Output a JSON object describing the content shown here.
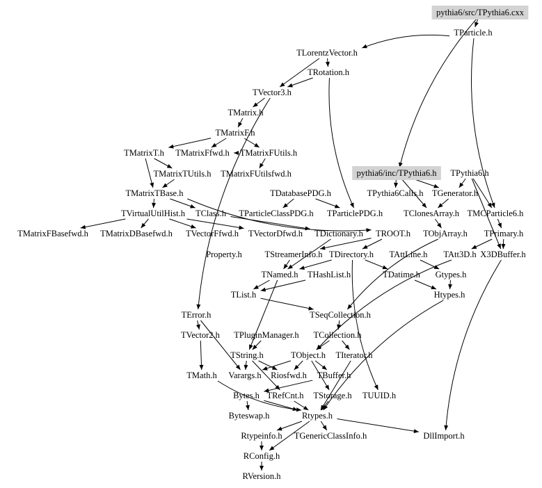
{
  "diagram": {
    "type": "include-dependency-graph",
    "nodes": [
      {
        "id": "TPythia6.cxx",
        "label": "pythia6/src/TPythia6.cxx",
        "highlighted": true
      },
      {
        "id": "TParticle",
        "label": "TParticle.h"
      },
      {
        "id": "TLorentzVector",
        "label": "TLorentzVector.h"
      },
      {
        "id": "TRotation",
        "label": "TRotation.h"
      },
      {
        "id": "TVector3",
        "label": "TVector3.h"
      },
      {
        "id": "TMatrix",
        "label": "TMatrix.h"
      },
      {
        "id": "TMatrixF",
        "label": "TMatrixF.h"
      },
      {
        "id": "TMatrixT",
        "label": "TMatrixT.h"
      },
      {
        "id": "TMatrixFfwd",
        "label": "TMatrixFfwd.h"
      },
      {
        "id": "TMatrixFUtils",
        "label": "TMatrixFUtils.h"
      },
      {
        "id": "TMatrixTUtils",
        "label": "TMatrixTUtils.h"
      },
      {
        "id": "TMatrixFUtilsfwd",
        "label": "TMatrixFUtilsfwd.h"
      },
      {
        "id": "TPythia6inc",
        "label": "pythia6/inc/TPythia6.h",
        "highlighted": true
      },
      {
        "id": "TPythia6",
        "label": "TPythia6.h"
      },
      {
        "id": "TMatrixTBase",
        "label": "TMatrixTBase.h"
      },
      {
        "id": "TDatabasePDG",
        "label": "TDatabasePDG.h"
      },
      {
        "id": "TPythia6Calls",
        "label": "TPythia6Calls.h"
      },
      {
        "id": "TGenerator",
        "label": "TGenerator.h"
      },
      {
        "id": "TVirtualUtilHist",
        "label": "TVirtualUtilHist.h"
      },
      {
        "id": "TClass",
        "label": "TClass.h"
      },
      {
        "id": "TParticleClassPDG",
        "label": "TParticleClassPDG.h"
      },
      {
        "id": "TParticlePDG",
        "label": "TParticlePDG.h"
      },
      {
        "id": "TClonesArray",
        "label": "TClonesArray.h"
      },
      {
        "id": "TMCParticle6",
        "label": "TMCParticle6.h"
      },
      {
        "id": "TMatrixFBasefwd",
        "label": "TMatrixFBasefwd.h"
      },
      {
        "id": "TMatrixDBasefwd",
        "label": "TMatrixDBasefwd.h"
      },
      {
        "id": "TVectorFfwd",
        "label": "TVectorFfwd.h"
      },
      {
        "id": "TVectorDfwd",
        "label": "TVectorDfwd.h"
      },
      {
        "id": "TDictionary",
        "label": "TDictionary.h"
      },
      {
        "id": "TROOT",
        "label": "TROOT.h"
      },
      {
        "id": "TObjArray",
        "label": "TObjArray.h"
      },
      {
        "id": "TPrimary",
        "label": "TPrimary.h"
      },
      {
        "id": "Property",
        "label": "Property.h"
      },
      {
        "id": "TStreamerInfo",
        "label": "TStreamerInfo.h"
      },
      {
        "id": "TDirectory",
        "label": "TDirectory.h"
      },
      {
        "id": "TAttLine",
        "label": "TAttLine.h"
      },
      {
        "id": "TAtt3D",
        "label": "TAtt3D.h"
      },
      {
        "id": "X3DBuffer",
        "label": "X3DBuffer.h"
      },
      {
        "id": "TNamed",
        "label": "TNamed.h"
      },
      {
        "id": "THashList",
        "label": "THashList.h"
      },
      {
        "id": "TDatime",
        "label": "TDatime.h"
      },
      {
        "id": "Gtypes",
        "label": "Gtypes.h"
      },
      {
        "id": "TList",
        "label": "TList.h"
      },
      {
        "id": "Htypes",
        "label": "Htypes.h"
      },
      {
        "id": "TError",
        "label": "TError.h"
      },
      {
        "id": "TSeqCollection",
        "label": "TSeqCollection.h"
      },
      {
        "id": "TVector2",
        "label": "TVector2.h"
      },
      {
        "id": "TPluginManager",
        "label": "TPluginManager.h"
      },
      {
        "id": "TCollection",
        "label": "TCollection.h"
      },
      {
        "id": "TString",
        "label": "TString.h"
      },
      {
        "id": "TObject",
        "label": "TObject.h"
      },
      {
        "id": "TIterator",
        "label": "TIterator.h"
      },
      {
        "id": "TMath",
        "label": "TMath.h"
      },
      {
        "id": "Varargs",
        "label": "Varargs.h"
      },
      {
        "id": "Riosfwd",
        "label": "Riosfwd.h"
      },
      {
        "id": "TBuffer",
        "label": "TBuffer.h"
      },
      {
        "id": "Bytes",
        "label": "Bytes.h"
      },
      {
        "id": "TRefCnt",
        "label": "TRefCnt.h"
      },
      {
        "id": "TStorage",
        "label": "TStorage.h"
      },
      {
        "id": "TUUID",
        "label": "TUUID.h"
      },
      {
        "id": "Byteswap",
        "label": "Byteswap.h"
      },
      {
        "id": "Rtypes",
        "label": "Rtypes.h"
      },
      {
        "id": "DllImport",
        "label": "DllImport.h"
      },
      {
        "id": "Rtypeinfo",
        "label": "Rtypeinfo.h"
      },
      {
        "id": "TGenericClassInfo",
        "label": "TGenericClassInfo.h"
      },
      {
        "id": "RConfig",
        "label": "RConfig.h"
      },
      {
        "id": "RVersion",
        "label": "RVersion.h"
      }
    ],
    "edges": [
      [
        "TPythia6.cxx",
        "TParticle"
      ],
      [
        "TPythia6.cxx",
        "TPythia6inc"
      ],
      [
        "TParticle",
        "TLorentzVector"
      ],
      [
        "TParticle",
        "TMCParticle6"
      ],
      [
        "TLorentzVector",
        "TRotation"
      ],
      [
        "TLorentzVector",
        "TVector3"
      ],
      [
        "TRotation",
        "TVector3"
      ],
      [
        "TRotation",
        "TParticlePDG"
      ],
      [
        "TVector3",
        "TMatrix"
      ],
      [
        "TVector3",
        "TError"
      ],
      [
        "TMatrix",
        "TMatrixF"
      ],
      [
        "TMatrixF",
        "TMatrixT"
      ],
      [
        "TMatrixF",
        "TMatrixFfwd"
      ],
      [
        "TMatrixF",
        "TMatrixFUtils"
      ],
      [
        "TMatrixT",
        "TMatrixTUtils"
      ],
      [
        "TMatrixT",
        "TMatrixTBase"
      ],
      [
        "TMatrixFUtils",
        "TMatrixFUtilsfwd"
      ],
      [
        "TMatrixFUtils",
        "TMatrixFfwd"
      ],
      [
        "TMatrixTUtils",
        "TMatrixTBase"
      ],
      [
        "TMatrixTBase",
        "TVirtualUtilHist"
      ],
      [
        "TMatrixTBase",
        "TClass"
      ],
      [
        "TMatrixTBase",
        "TROOT"
      ],
      [
        "TVirtualUtilHist",
        "TMatrixFBasefwd"
      ],
      [
        "TVirtualUtilHist",
        "TMatrixDBasefwd"
      ],
      [
        "TVirtualUtilHist",
        "TVectorFfwd"
      ],
      [
        "TVirtualUtilHist",
        "TVectorDfwd"
      ],
      [
        "TPythia6inc",
        "TPythia6Calls"
      ],
      [
        "TPythia6inc",
        "TGenerator"
      ],
      [
        "TPythia6inc",
        "TClonesArray"
      ],
      [
        "TPythia6",
        "TGenerator"
      ],
      [
        "TPythia6",
        "TMCParticle6"
      ],
      [
        "TPythia6",
        "X3DBuffer"
      ],
      [
        "TDatabasePDG",
        "TParticleClassPDG"
      ],
      [
        "TDatabasePDG",
        "TParticlePDG"
      ],
      [
        "TGenerator",
        "TClonesArray"
      ],
      [
        "TClonesArray",
        "TObjArray"
      ],
      [
        "TMCParticle6",
        "TPrimary"
      ],
      [
        "TPrimary",
        "X3DBuffer"
      ],
      [
        "TPrimary",
        "TAtt3D"
      ],
      [
        "TClass",
        "TDictionary"
      ],
      [
        "TDictionary",
        "TNamed"
      ],
      [
        "TROOT",
        "TDirectory"
      ],
      [
        "TROOT",
        "TStreamerInfo"
      ],
      [
        "TObjArray",
        "TSeqCollection"
      ],
      [
        "TAttLine",
        "Gtypes"
      ],
      [
        "TAtt3D",
        "TObject"
      ],
      [
        "X3DBuffer",
        "DllImport"
      ],
      [
        "TDirectory",
        "TNamed"
      ],
      [
        "TDirectory",
        "TDatime"
      ],
      [
        "TDirectory",
        "TUUID"
      ],
      [
        "TStreamerInfo",
        "TNamed"
      ],
      [
        "TNamed",
        "TList"
      ],
      [
        "TNamed",
        "TString"
      ],
      [
        "THashList",
        "TList"
      ],
      [
        "TList",
        "TSeqCollection"
      ],
      [
        "TDatime",
        "Htypes"
      ],
      [
        "Gtypes",
        "Htypes"
      ],
      [
        "Htypes",
        "Rtypes"
      ],
      [
        "TSeqCollection",
        "TCollection"
      ],
      [
        "TCollection",
        "TObject"
      ],
      [
        "TCollection",
        "TIterator"
      ],
      [
        "TPluginManager",
        "TString"
      ],
      [
        "TVector2",
        "TMath"
      ],
      [
        "TError",
        "Varargs"
      ],
      [
        "TError",
        "TVector2"
      ],
      [
        "TString",
        "Varargs"
      ],
      [
        "TString",
        "Riosfwd"
      ],
      [
        "TString",
        "TRefCnt"
      ],
      [
        "TObject",
        "Riosfwd"
      ],
      [
        "TObject",
        "TBuffer"
      ],
      [
        "TObject",
        "Varargs"
      ],
      [
        "TObject",
        "TStorage"
      ],
      [
        "TIterator",
        "Rtypes"
      ],
      [
        "TMath",
        "Rtypes"
      ],
      [
        "TBuffer",
        "Bytes"
      ],
      [
        "Bytes",
        "Byteswap"
      ],
      [
        "Bytes",
        "Rtypes"
      ],
      [
        "TRefCnt",
        "Rtypes"
      ],
      [
        "TStorage",
        "Rtypes"
      ],
      [
        "Rtypes",
        "Rtypeinfo"
      ],
      [
        "Rtypes",
        "TGenericClassInfo"
      ],
      [
        "Rtypes",
        "DllImport"
      ],
      [
        "Rtypes",
        "RConfig"
      ],
      [
        "Rtypeinfo",
        "RConfig"
      ],
      [
        "RConfig",
        "RVersion"
      ]
    ]
  }
}
